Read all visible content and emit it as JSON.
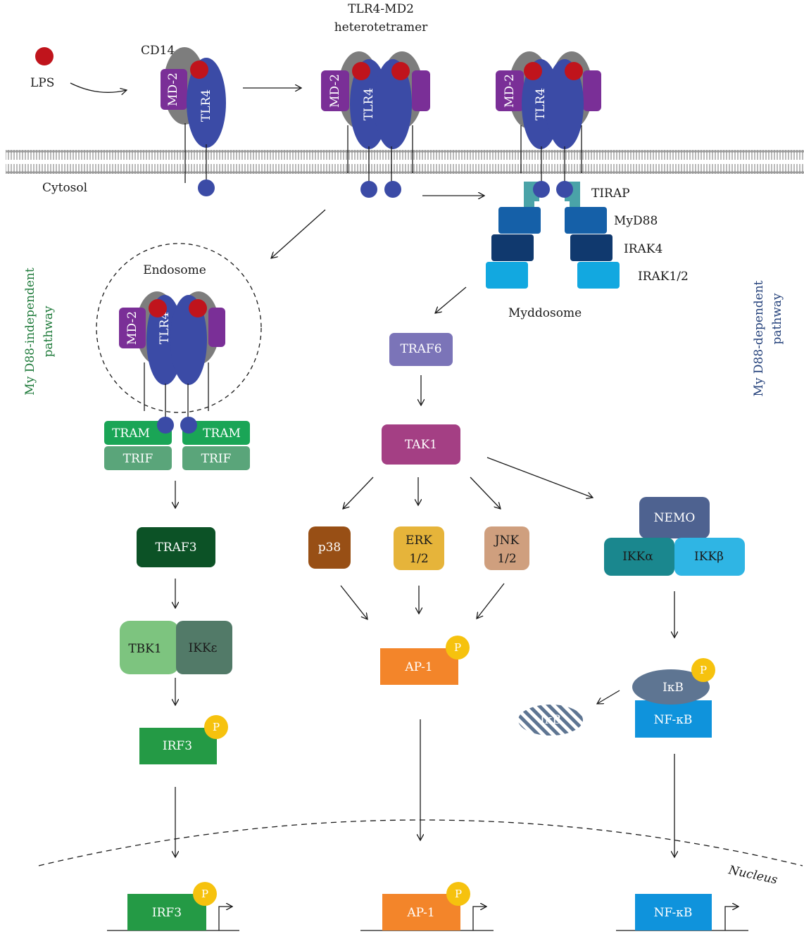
{
  "labels": {
    "lps": "LPS",
    "cd14": "CD14",
    "tlr4_md2": "TLR4-MD2",
    "heterotetramer": "heterotetramer",
    "cytosol": "Cytosol",
    "md2": "MD-2",
    "tlr4": "TLR4",
    "tirap": "TIRAP",
    "myd88": "MyD88",
    "irak4": "IRAK4",
    "irak12": "IRAK1/2",
    "myddosome": "Myddosome",
    "endosome": "Endosome",
    "independent_line1": "My D88-independent",
    "independent_line2": "pathway",
    "dependent_line1": "My D88-dependent",
    "dependent_line2": "pathway",
    "tram": "TRAM",
    "trif": "TRIF",
    "traf3": "TRAF3",
    "tbk1": "TBK1",
    "ikke": "IKKε",
    "irf3": "IRF3",
    "traf6": "TRAF6",
    "tak1": "TAK1",
    "p38": "p38",
    "erk_line1": "ERK",
    "erk_line2": "1/2",
    "jnk_line1": "JNK",
    "jnk_line2": "1/2",
    "ap1": "AP-1",
    "nemo": "NEMO",
    "ikka": "IKKα",
    "ikkb": "IKKβ",
    "ikb": "IκB",
    "ikb_degraded": "IκB",
    "nfkb": "NF-κB",
    "p": "P",
    "nucleus": "Nucleus"
  },
  "colors": {
    "tlr4": "#3b4ba6",
    "md2": "#7a2f97",
    "cd14": "#7d7d7d",
    "lps": "#c0141c",
    "tirap": "#4aa3a8",
    "myd88": "#1560a8",
    "irak4": "#10396e",
    "irak12": "#12a8e0",
    "tram": "#1aa556",
    "trif": "#5aa57a",
    "traf3": "#0c5226",
    "tbk1": "#7dc47f",
    "ikke": "#527a68",
    "irf3": "#249a45",
    "traf6": "#7b74b8",
    "tak1": "#a43f84",
    "p38": "#984f15",
    "erk": "#e6b43a",
    "jnk": "#cf9f7e",
    "ap1": "#f3852a",
    "nemo": "#4e6290",
    "ikka": "#1a878e",
    "ikkb": "#2fb5e4",
    "ikb": "#5e7592",
    "nfkb": "#0f93dc",
    "phospho": "#f6c20e",
    "independent_text": "#1e7a3a",
    "dependent_text": "#23407a"
  }
}
